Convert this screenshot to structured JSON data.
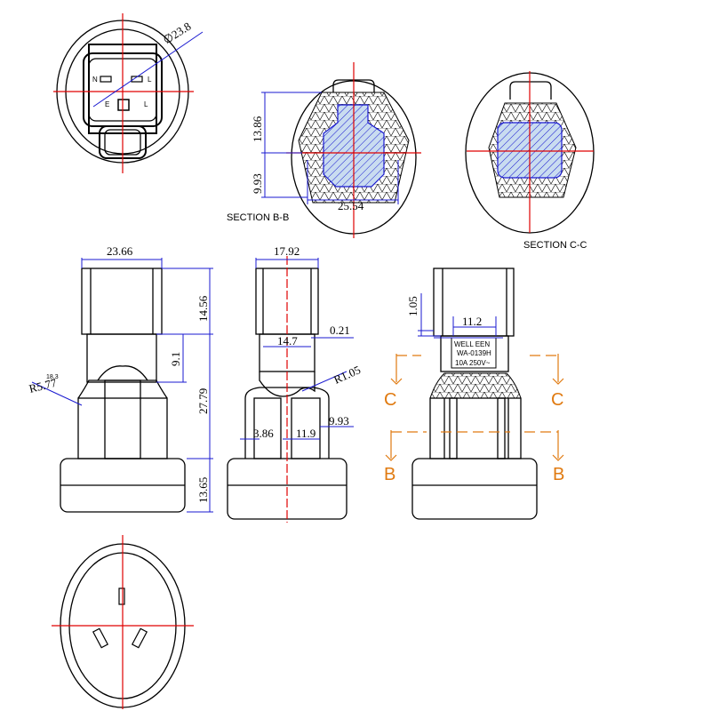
{
  "dimensions": {
    "top_diameter": "∅23.8",
    "sb_h1": "13.86",
    "sb_h2": "9.93",
    "sb_w": "25.54",
    "front_w": "23.66",
    "front_h1": "14.56",
    "front_h2": "9.1",
    "front_h3": "27.79",
    "front_h4": "13.65",
    "front_r": "R5.77",
    "front_r_small": "18.3",
    "side_w": "17.92",
    "side_w2": "14.7",
    "side_t": "0.21",
    "side_r": "R1.05",
    "side_a": "3.86",
    "side_b": "11.9",
    "side_c": "9.93",
    "back_h": "1.05",
    "back_w": "11.2"
  },
  "sections": {
    "bb": "SECTION B-B",
    "cc": "SECTION C-C"
  },
  "markers": {
    "c_left": "C",
    "c_right": "C",
    "b_left": "B",
    "b_right": "B"
  },
  "face": {
    "n": "N",
    "l": "L",
    "e": "E"
  },
  "label": {
    "line1": "WELL EEN",
    "line2": "WA-0139H",
    "line3": "10A 250V~"
  }
}
